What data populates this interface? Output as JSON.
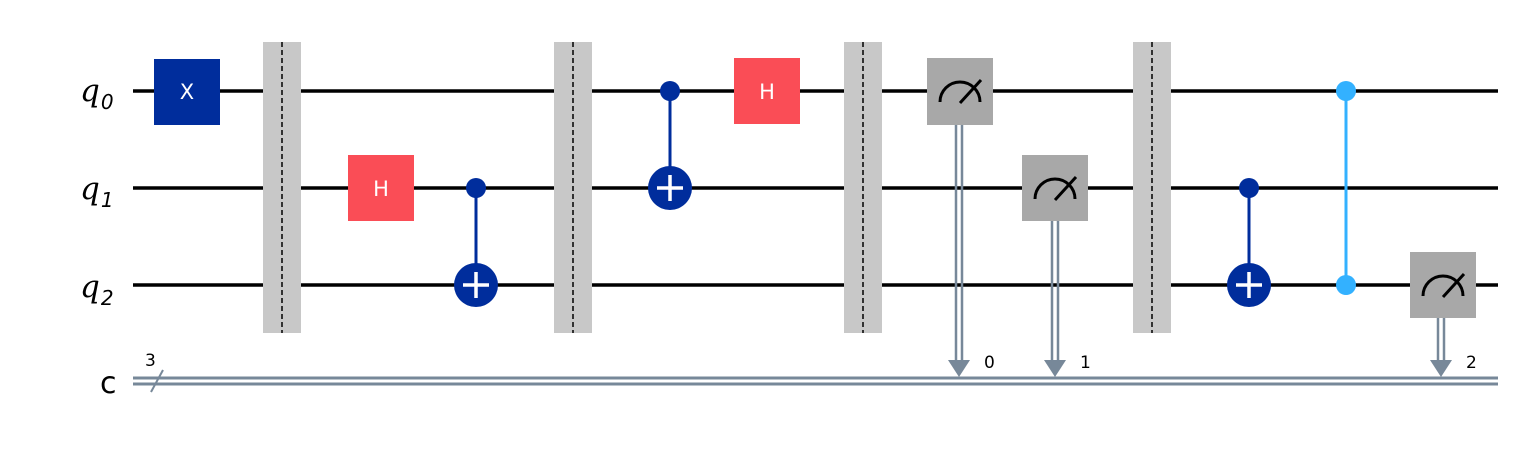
{
  "colors": {
    "background": "#ffffff",
    "wire": "#000000",
    "classical_wire": "#778899",
    "x_gate": "#002d9c",
    "h_gate": "#fa4d56",
    "cnot": "#002d9c",
    "cz": "#33b1ff",
    "barrier": "#c8c8c8",
    "measure": "#a8a8a8"
  },
  "registers": {
    "qubits": [
      {
        "name": "q",
        "index": "0"
      },
      {
        "name": "q",
        "index": "1"
      },
      {
        "name": "q",
        "index": "2"
      }
    ],
    "classical": {
      "name": "c",
      "size": "3"
    }
  },
  "operations": [
    {
      "type": "x",
      "label": "X",
      "qubit": 0
    },
    {
      "type": "barrier"
    },
    {
      "type": "h",
      "label": "H",
      "qubit": 1
    },
    {
      "type": "cx",
      "control": 1,
      "target": 2
    },
    {
      "type": "barrier"
    },
    {
      "type": "cx",
      "control": 0,
      "target": 1
    },
    {
      "type": "h",
      "label": "H",
      "qubit": 0
    },
    {
      "type": "barrier"
    },
    {
      "type": "measure",
      "qubit": 0,
      "clbit": "0"
    },
    {
      "type": "measure",
      "qubit": 1,
      "clbit": "1"
    },
    {
      "type": "barrier"
    },
    {
      "type": "cx",
      "control": 1,
      "target": 2
    },
    {
      "type": "cz",
      "qubits": [
        0,
        2
      ]
    },
    {
      "type": "measure",
      "qubit": 2,
      "clbit": "2"
    }
  ]
}
